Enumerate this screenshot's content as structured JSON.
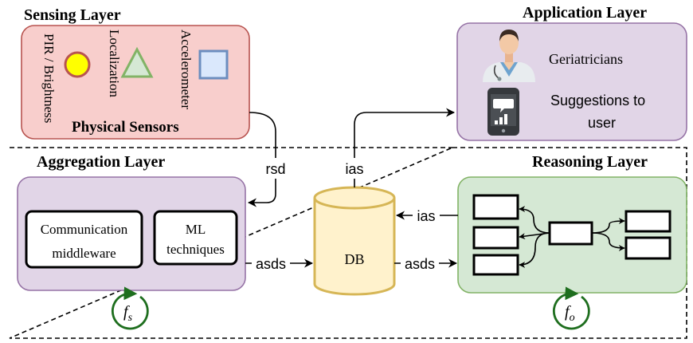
{
  "sensing": {
    "title": "Sensing Layer",
    "sensors": [
      "PIR / Brightness",
      "Localization",
      "Accelerometer"
    ],
    "footer": "Physical Sensors"
  },
  "application": {
    "title": "Application Layer",
    "items": [
      "Geriatricians",
      "Suggestions to",
      "user"
    ]
  },
  "aggregation": {
    "title": "Aggregation Layer",
    "box1": [
      "Communication",
      "middleware"
    ],
    "box2": [
      "ML",
      "techniques"
    ],
    "freq_base": "f",
    "freq_sub": "s"
  },
  "reasoning": {
    "title": "Reasoning Layer",
    "freq_base": "f",
    "freq_sub": "o"
  },
  "db": {
    "label": "DB"
  },
  "edges": {
    "rsd": "rsd",
    "ias_up": "ias",
    "ias_left": "ias",
    "asds_left": "asds",
    "asds_right": "asds"
  },
  "colors": {
    "sensing_fill": "#f8cecc",
    "sensing_stroke": "#b85450",
    "application_fill": "#e1d5e7",
    "application_stroke": "#9673a6",
    "reasoning_fill": "#d5e8d4",
    "reasoning_stroke": "#82b366",
    "db_fill": "#fff2cc",
    "db_stroke": "#d6b656",
    "pir_fill": "#ffff00",
    "pir_stroke": "#b85450",
    "loc_fill": "#d5e8d4",
    "loc_stroke": "#82b366",
    "acc_fill": "#dae8fc",
    "acc_stroke": "#6c8ebf",
    "cycle_green": "#1e6e1e"
  }
}
